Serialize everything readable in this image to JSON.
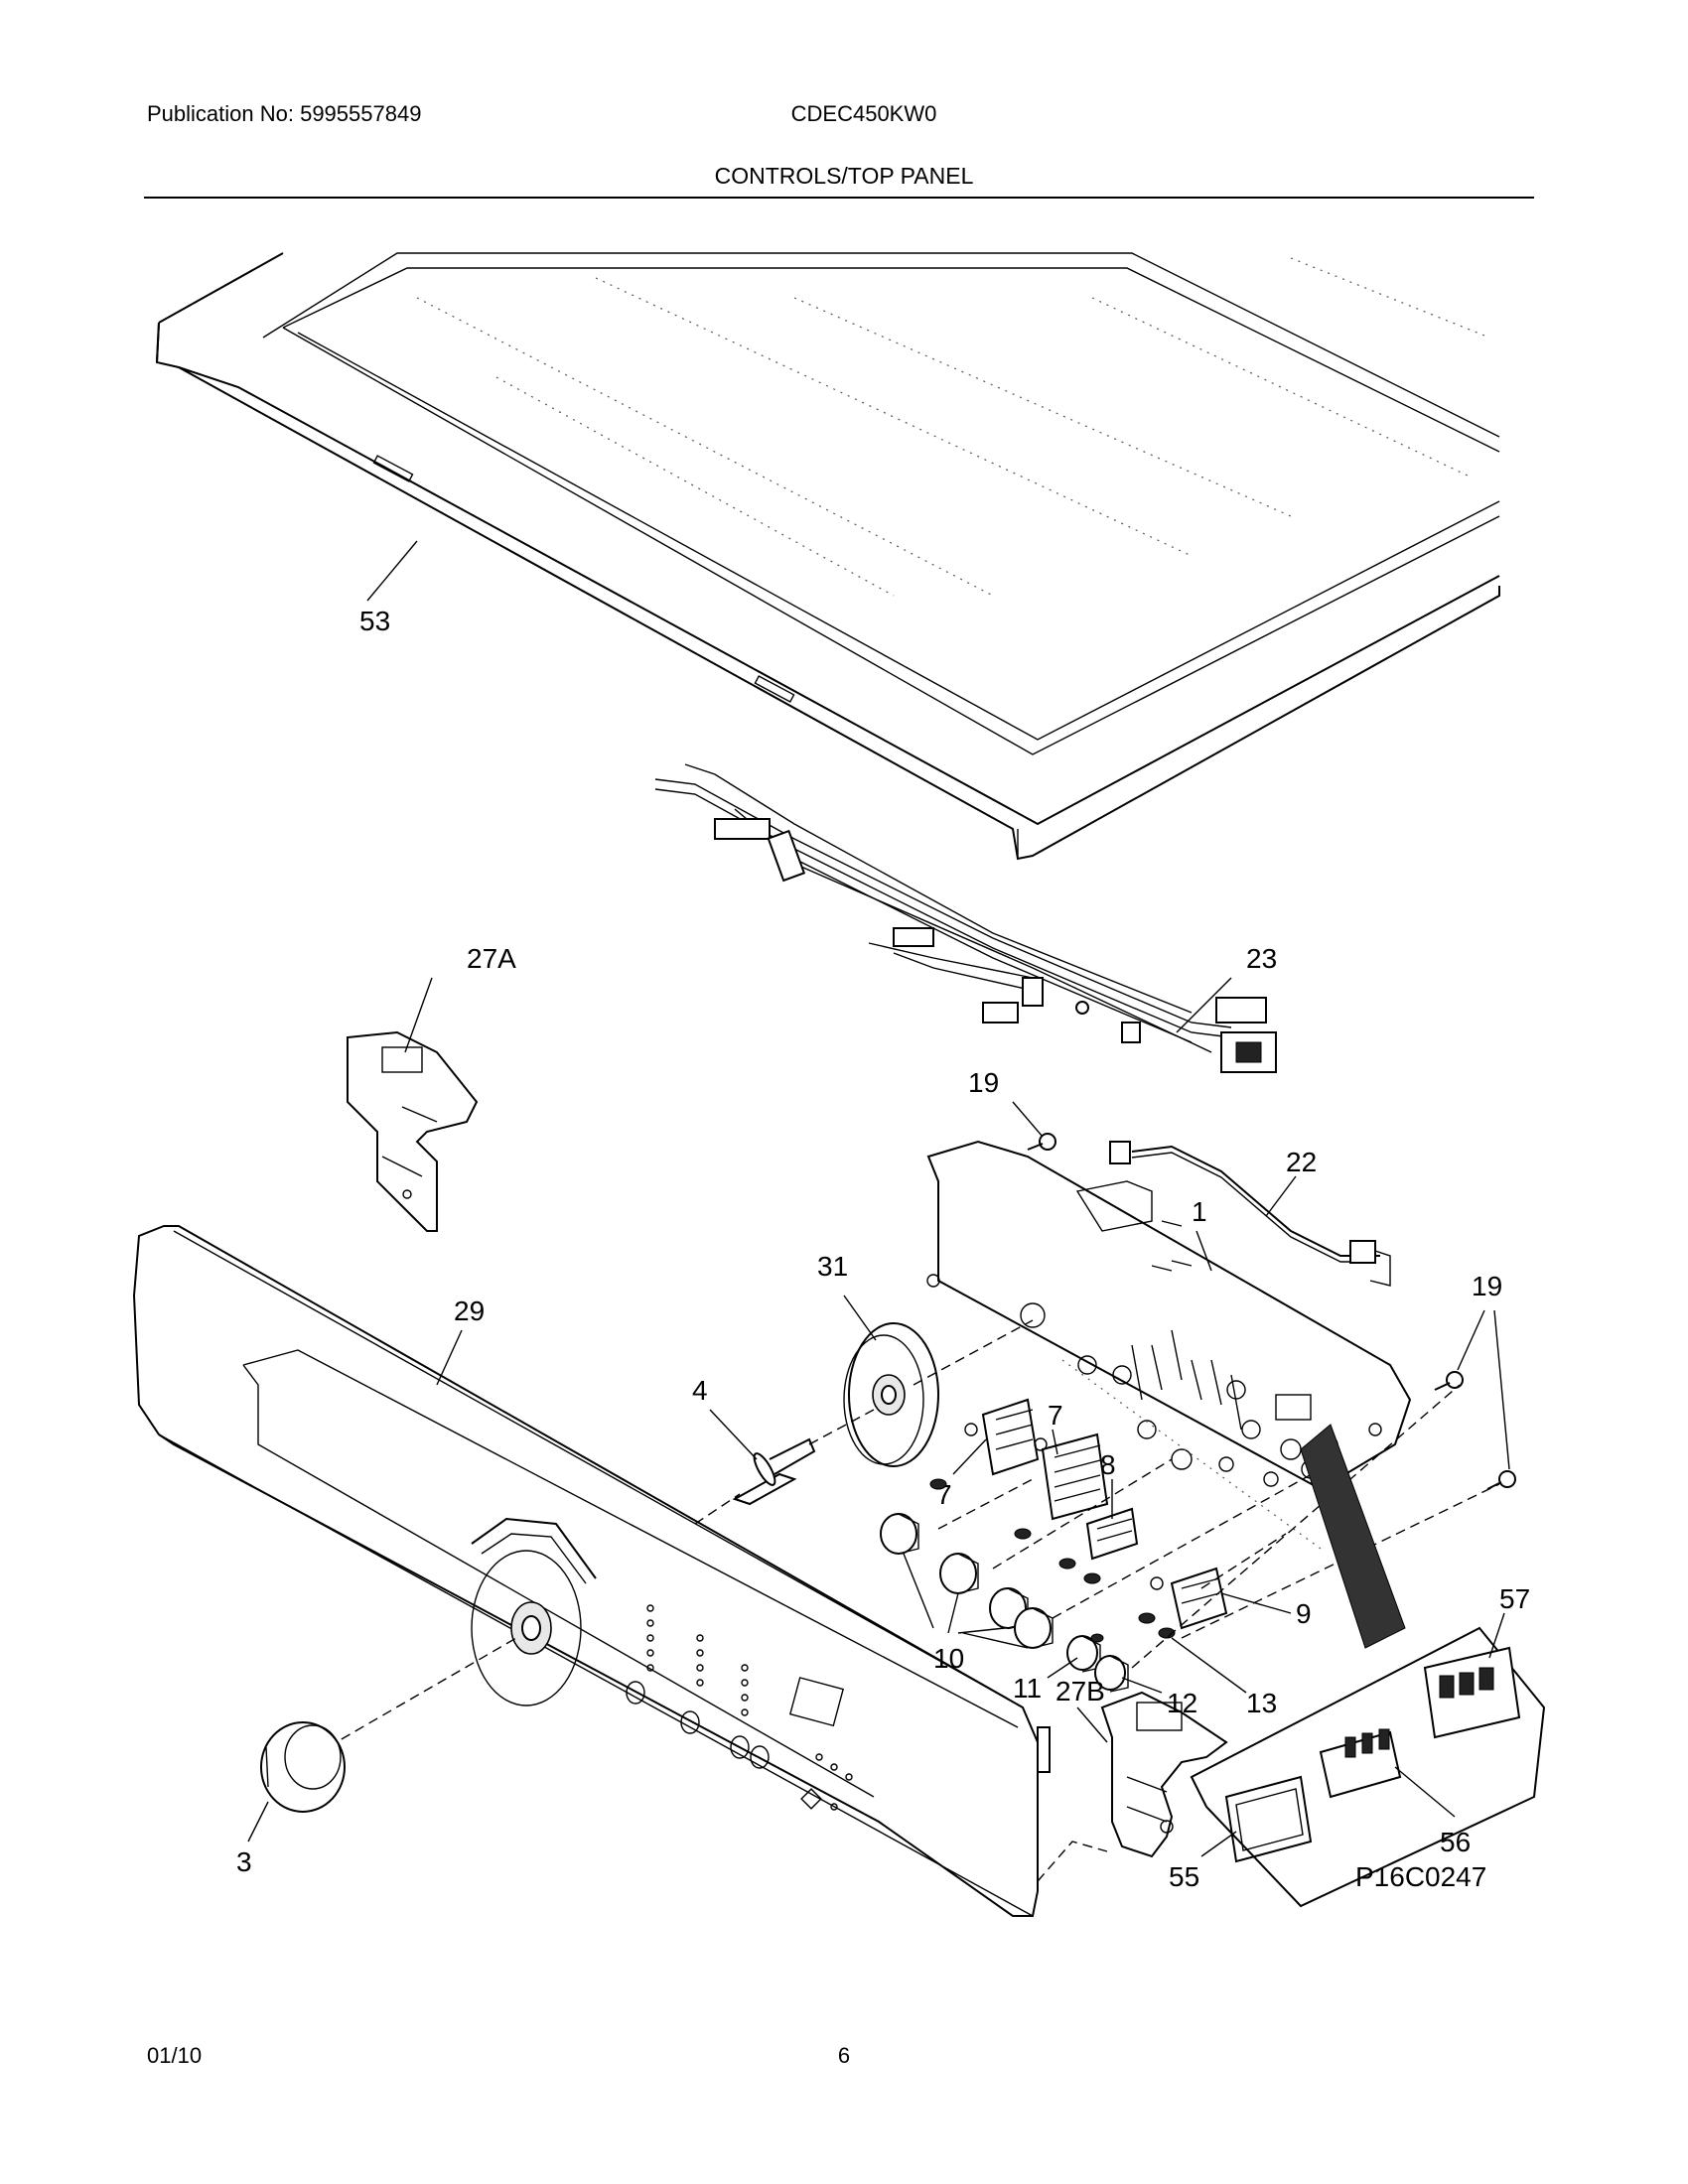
{
  "header": {
    "publication": "Publication No: 5995557849",
    "model": "CDEC450KW0",
    "section_title": "CONTROLS/TOP PANEL"
  },
  "callouts": {
    "c53": "53",
    "c23": "23",
    "c27a": "27A",
    "c19a": "19",
    "c22": "22",
    "c1": "1",
    "c19b": "19",
    "c31": "31",
    "c29": "29",
    "c4": "4",
    "c7a": "7",
    "c7b": "7",
    "c8": "8",
    "c9": "9",
    "c10": "10",
    "c11": "11",
    "c12": "12",
    "c13": "13",
    "c57": "57",
    "c27b": "27B",
    "c3": "3",
    "c56": "56",
    "c55": "55"
  },
  "drawing_id": "P16C0247",
  "footer": {
    "date": "01/10",
    "page": "6"
  }
}
